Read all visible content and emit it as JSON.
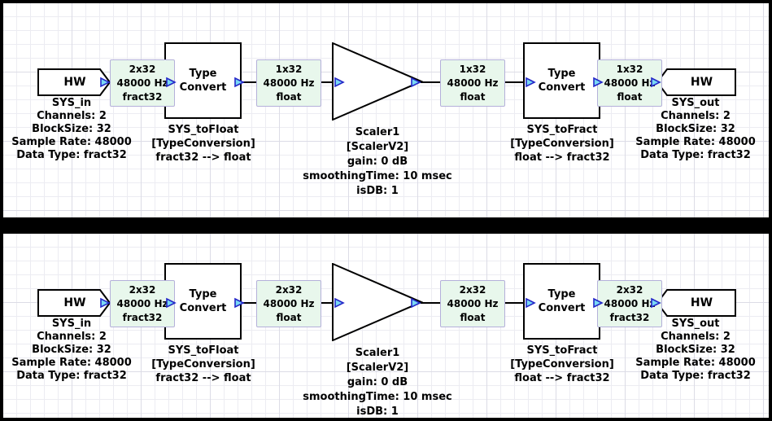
{
  "colors": {
    "frame": "#000000",
    "canvas": "#ffffff",
    "grid_minor": "#ececf2",
    "grid_major": "#dcdce6",
    "wire": "#000000",
    "wire_label_bg": "#e8f7ec",
    "wire_label_border": "#b4b0da",
    "pin_fill": "#79d8f4",
    "pin_stroke": "#2426c8",
    "block_border": "#000000"
  },
  "panels": [
    {
      "hw_in": {
        "label": "HW",
        "caption": [
          "SYS_in",
          "Channels: 2",
          "BlockSize: 32",
          "Sample Rate: 48000",
          "Data Type: fract32"
        ]
      },
      "wire_labels": [
        {
          "lines": [
            "2x32",
            "48000 Hz",
            "fract32"
          ]
        },
        {
          "lines": [
            "1x32",
            "48000 Hz",
            "float"
          ]
        },
        {
          "lines": [
            "1x32",
            "48000 Hz",
            "float"
          ]
        },
        {
          "lines": [
            "1x32",
            "48000 Hz",
            "float"
          ]
        }
      ],
      "type_convert_1": {
        "label": "Type Convert",
        "caption": [
          "SYS_toFloat",
          "[TypeConversion]",
          "fract32 --> float"
        ]
      },
      "scaler": {
        "caption": [
          "Scaler1",
          "[ScalerV2]",
          "gain: 0 dB",
          "smoothingTime: 10 msec",
          "isDB: 1"
        ]
      },
      "type_convert_2": {
        "label": "Type Convert",
        "caption": [
          "SYS_toFract",
          "[TypeConversion]",
          "float --> fract32"
        ]
      },
      "hw_out": {
        "label": "HW",
        "caption": [
          "SYS_out",
          "Channels: 2",
          "BlockSize: 32",
          "Sample Rate: 48000",
          "Data Type: fract32"
        ]
      }
    },
    {
      "hw_in": {
        "label": "HW",
        "caption": [
          "SYS_in",
          "Channels: 2",
          "BlockSize: 32",
          "Sample Rate: 48000",
          "Data Type: fract32"
        ]
      },
      "wire_labels": [
        {
          "lines": [
            "2x32",
            "48000 Hz",
            "fract32"
          ]
        },
        {
          "lines": [
            "2x32",
            "48000 Hz",
            "float"
          ]
        },
        {
          "lines": [
            "2x32",
            "48000 Hz",
            "float"
          ]
        },
        {
          "lines": [
            "2x32",
            "48000 Hz",
            "fract32"
          ]
        }
      ],
      "type_convert_1": {
        "label": "Type Convert",
        "caption": [
          "SYS_toFloat",
          "[TypeConversion]",
          "fract32 --> float"
        ]
      },
      "scaler": {
        "caption": [
          "Scaler1",
          "[ScalerV2]",
          "gain: 0 dB",
          "smoothingTime: 10 msec",
          "isDB: 1"
        ]
      },
      "type_convert_2": {
        "label": "Type Convert",
        "caption": [
          "SYS_toFract",
          "[TypeConversion]",
          "float --> fract32"
        ]
      },
      "hw_out": {
        "label": "HW",
        "caption": [
          "SYS_out",
          "Channels: 2",
          "BlockSize: 32",
          "Sample Rate: 48000",
          "Data Type: fract32"
        ]
      }
    }
  ]
}
